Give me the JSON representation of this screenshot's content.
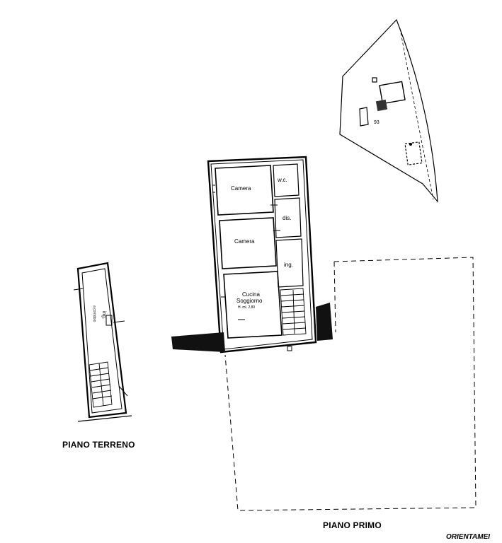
{
  "rooms": {
    "camera_top": "Camera",
    "camera_middle": "Camera",
    "wc": "w.c.",
    "dis": "dis.",
    "ing": "ing.",
    "cucina": "Cucina",
    "soggiorno": "Soggiorno",
    "height_note": "H. ml. 2,80"
  },
  "ground_floor": {
    "label_a": "ing.",
    "label_b": "a corridoio"
  },
  "site_map": {
    "parcel_number": "93"
  },
  "titles": {
    "piano_terreno": "PIANO TERRENO",
    "piano_primo": "PIANO PRIMO",
    "orientamento": "ORIENTAMEI"
  }
}
